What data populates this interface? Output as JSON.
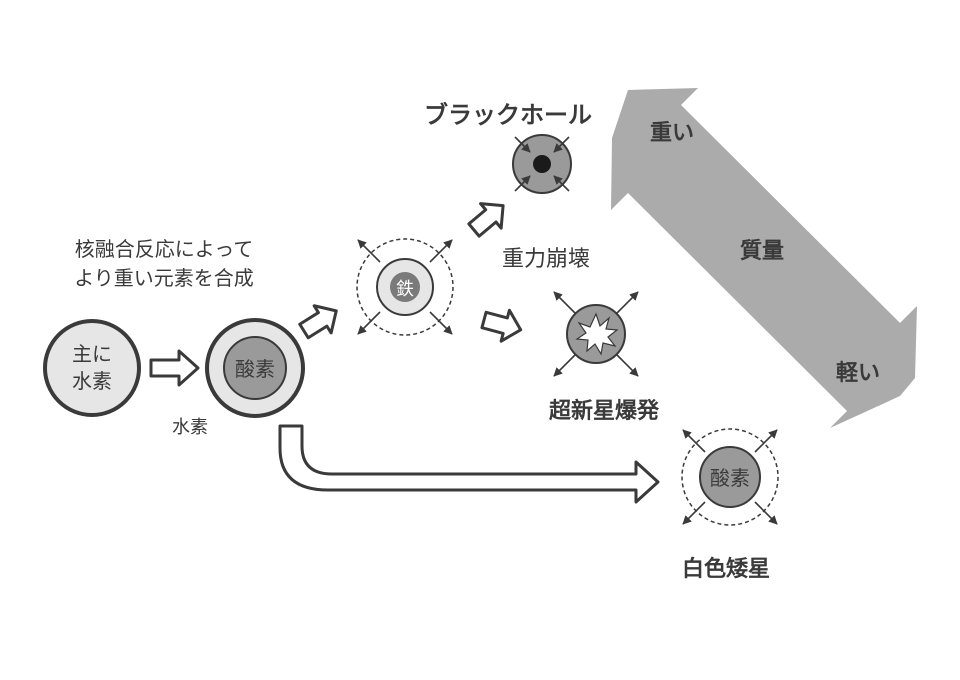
{
  "labels": {
    "fusion_line1": "核融合反応によって",
    "fusion_line2": "より重い元素を合成",
    "start_line1": "主に",
    "start_line2": "水素",
    "oxygen_core": "酸素",
    "hydrogen_shell": "水素",
    "iron_core": "鉄",
    "black_hole": "ブラックホール",
    "gravitational_collapse": "重力崩壊",
    "supernova": "超新星爆発",
    "white_dwarf_core": "酸素",
    "white_dwarf": "白色矮星",
    "heavy": "重い",
    "mass": "質量",
    "light": "軽い"
  },
  "colors": {
    "ink": "#3a3a3a",
    "circle_fill": "#e6e6e6",
    "core_fill": "#9a9a9a",
    "mass_arrow": "#ababab"
  },
  "icons": [
    "black-hole-icon",
    "iron-core-icon",
    "explosion-icon",
    "oxygen-core-icon"
  ]
}
